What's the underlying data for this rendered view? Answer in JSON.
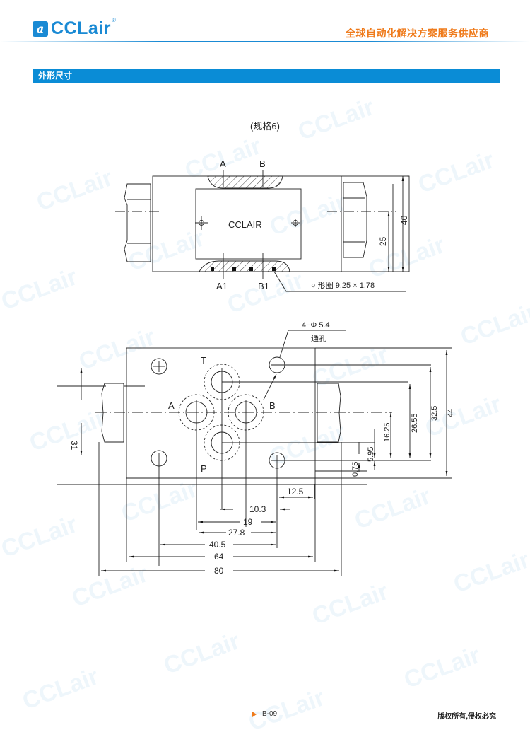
{
  "header": {
    "logo_badge": "a",
    "logo_text": "CCLair",
    "logo_reg": "®",
    "slogan": "全球自动化解决方案服务供应商"
  },
  "section": {
    "title": "外形尺寸"
  },
  "spec": {
    "title": "(规格6)"
  },
  "top_view": {
    "port_labels": [
      "A",
      "B",
      "A1",
      "B1"
    ],
    "center_label": "CCLAIR",
    "dims": {
      "height": "40",
      "center_height": "25"
    },
    "oring_note": "○ 形圈 9.25 × 1.78"
  },
  "bottom_view": {
    "port_labels": [
      "T",
      "A",
      "B",
      "P"
    ],
    "hole_note_1": "4−Φ 5.4",
    "hole_note_2": "通孔",
    "vertical_dims": [
      "44",
      "32.5",
      "26.55",
      "16.25",
      "5.95",
      "0.75",
      "31"
    ],
    "horizontal_dims": [
      "12.5",
      "10.3",
      "19",
      "27.8",
      "40.5",
      "64",
      "80"
    ]
  },
  "watermark": "CCLair",
  "footer": {
    "page": "B-09",
    "copyright": "版权所有,侵权必究"
  },
  "colors": {
    "brand_blue": "#0a8cd6",
    "accent_orange": "#ef7a1a"
  }
}
